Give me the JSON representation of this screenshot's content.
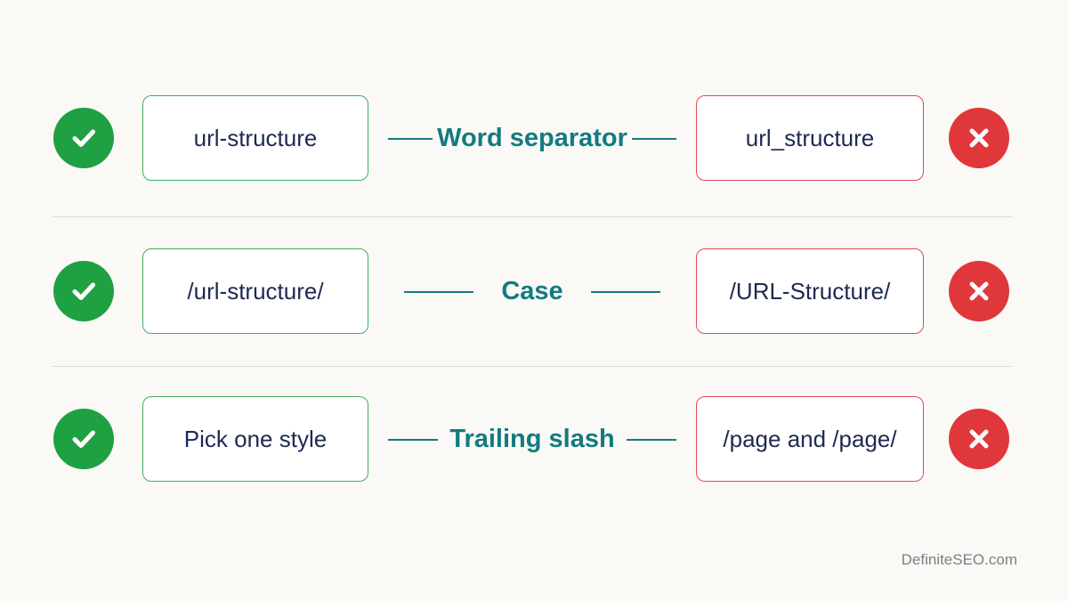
{
  "colors": {
    "good": "#1fa043",
    "good_border": "#43ad5d",
    "bad": "#e0373b",
    "bad_border": "#de4b56",
    "label": "#137b80",
    "divider": "#dcdcdc"
  },
  "icons": {
    "good": "checkmark-icon",
    "bad": "close-icon"
  },
  "rows": [
    {
      "label": "Word separator",
      "good": "url-structure",
      "bad": "url_structure"
    },
    {
      "label": "Case",
      "good": "/url-structure/",
      "bad": "/URL-Structure/"
    },
    {
      "label": "Trailing slash",
      "good": "Pick one style",
      "bad": "/page and /page/"
    }
  ],
  "footer": {
    "credit": "DefiniteSEO.com"
  }
}
